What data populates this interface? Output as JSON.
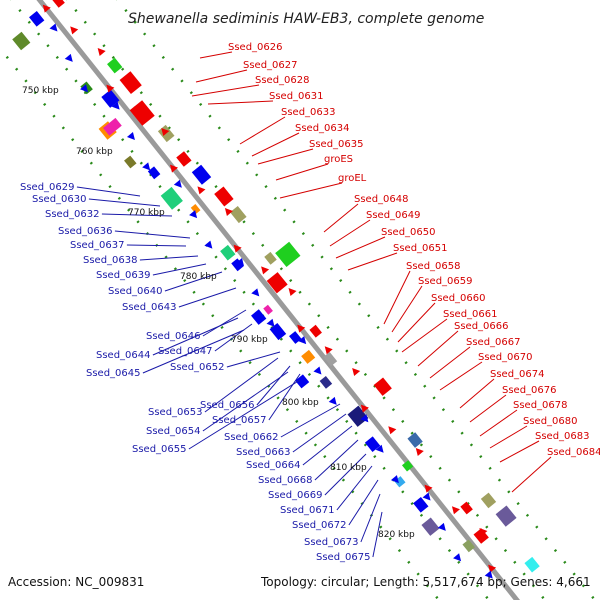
{
  "title": "Shewanella sediminis HAW-EB3, complete genome",
  "footer": {
    "accession": "Accession: NC_009831",
    "topology": "Topology: circular; Length: 5,517,674 bp; Genes: 4,661"
  },
  "scale_labels": [
    "750 kbp",
    "760 kbp",
    "770 kbp",
    "780 kbp",
    "790 kbp",
    "800 kbp",
    "810 kbp",
    "820 kbp"
  ],
  "forward_genes": [
    "Ssed_0626",
    "Ssed_0627",
    "Ssed_0628",
    "Ssed_0631",
    "Ssed_0633",
    "Ssed_0634",
    "Ssed_0635",
    "groES",
    "groEL",
    "Ssed_0648",
    "Ssed_0649",
    "Ssed_0650",
    "Ssed_0651",
    "Ssed_0658",
    "Ssed_0659",
    "Ssed_0660",
    "Ssed_0661",
    "Ssed_0666",
    "Ssed_0667",
    "Ssed_0670",
    "Ssed_0674",
    "Ssed_0676",
    "Ssed_0678",
    "Ssed_0680",
    "Ssed_0683",
    "Ssed_0684"
  ],
  "reverse_genes": [
    "Ssed_0629",
    "Ssed_0630",
    "Ssed_0632",
    "Ssed_0636",
    "Ssed_0637",
    "Ssed_0638",
    "Ssed_0639",
    "Ssed_0640",
    "Ssed_0643",
    "Ssed_0646",
    "Ssed_0644",
    "Ssed_0647",
    "Ssed_0645",
    "Ssed_0652",
    "Ssed_0656",
    "Ssed_0653",
    "Ssed_0657",
    "Ssed_0654",
    "Ssed_0655",
    "Ssed_0662",
    "Ssed_0663",
    "Ssed_0664",
    "Ssed_0668",
    "Ssed_0669",
    "Ssed_0671",
    "Ssed_0672",
    "Ssed_0673",
    "Ssed_0675"
  ],
  "colors": {
    "forward": "#ee0000",
    "reverse": "#0000ee",
    "forward_label": "#d40000",
    "reverse_label": "#1a1aa8",
    "backbone": "#9a9a9a",
    "dots": "#2a8a1a"
  }
}
